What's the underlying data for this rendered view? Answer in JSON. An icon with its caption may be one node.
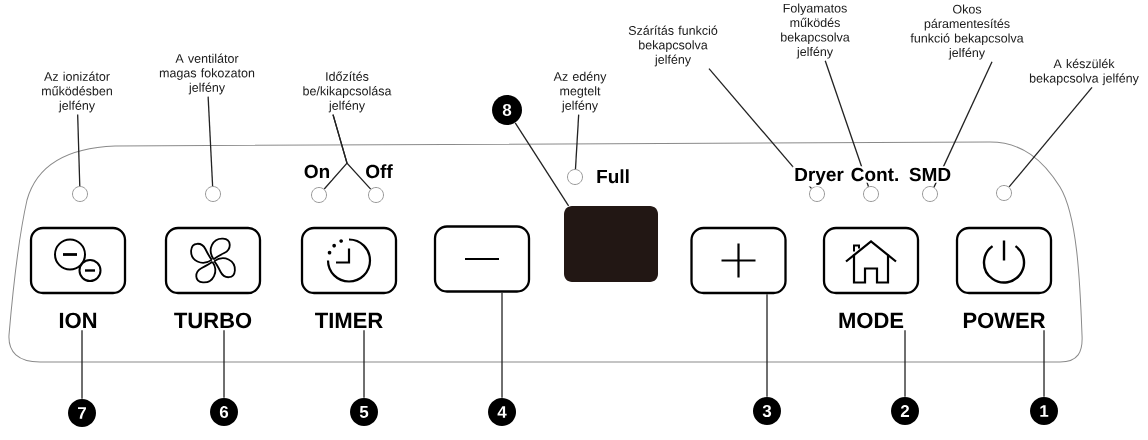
{
  "diagram": {
    "nodes": [
      {
        "text": [
          "Az ionizátor működésben jelfény"
        ]
      },
      {
        "text": [
          "A ventilátor magas fokozaton jelfény"
        ]
      },
      {
        "text": [
          "Időzítés be/kikapcsolása jelfény"
        ]
      },
      {
        "text": [
          "Az edény megtelt jelfény"
        ]
      },
      {
        "text": [
          "Szárítás funkció bekapcsolva jelfény"
        ]
      },
      {
        "text": [
          "Folyamatos működés bekapcsolva jelfény"
        ]
      },
      {
        "text": [
          "Okos páramentesítés funkció bekapcsolva jelfény"
        ]
      },
      {
        "text": [
          "A készülék bekapcsolva jelfény"
        ]
      },
      {
        "text": [
          "8"
        ]
      },
      {
        "text": [],
        "shape": "box"
      },
      {
        "text": [],
        "shape": "circle",
        "in": 9
      },
      {
        "text": [],
        "shape": "circle",
        "in": 9
      },
      {
        "text": [],
        "shape": "circle",
        "in": 9,
        "beside": [
          "On"
        ]
      },
      {
        "text": [],
        "shape": "circle",
        "in": 9,
        "beside": [
          "Off"
        ]
      },
      {
        "text": [],
        "shape": "circle",
        "in": 9,
        "beside": [
          "Full"
        ]
      },
      {
        "text": [],
        "shape": "circle",
        "in": 9,
        "beside": [
          "Dryer"
        ]
      },
      {
        "text": [],
        "shape": "circle",
        "in": 9,
        "beside": [
          "Cont."
        ]
      },
      {
        "text": [],
        "shape": "circle",
        "in": 9,
        "beside": [
          "SMD"
        ]
      },
      {
        "text": [],
        "shape": "circle",
        "in": 9
      },
      {
        "text": [
          "ION"
        ],
        "in": 9
      },
      {
        "text": [
          "TURBO"
        ],
        "in": 9
      },
      {
        "text": [
          "TIMER"
        ],
        "in": 9
      },
      {
        "text": [],
        "shape": "box",
        "in": 9
      },
      {
        "text": [],
        "shape": "box",
        "in": 9
      },
      {
        "text": [],
        "shape": "box",
        "in": 9
      },
      {
        "text": [
          "MODE"
        ],
        "in": 9
      },
      {
        "text": [
          "POWER"
        ],
        "in": 9
      },
      {
        "text": [
          "7"
        ]
      },
      {
        "text": [
          "6"
        ]
      },
      {
        "text": [
          "5"
        ]
      },
      {
        "text": [
          "4"
        ]
      },
      {
        "text": [
          "3"
        ]
      },
      {
        "text": [
          "2"
        ]
      },
      {
        "text": [
          "1"
        ]
      }
    ],
    "edges": [
      {
        "from": 0,
        "to": 10,
        "arrow": "none"
      },
      {
        "from": 1,
        "to": 11,
        "arrow": "none"
      },
      {
        "from": 2,
        "to": 12,
        "arrow": "none"
      },
      {
        "from": 2,
        "to": 13,
        "arrow": "none"
      },
      {
        "from": 3,
        "to": 14,
        "arrow": "none"
      },
      {
        "from": 4,
        "to": 15,
        "arrow": "none"
      },
      {
        "from": 5,
        "to": 16,
        "arrow": "none"
      },
      {
        "from": 6,
        "to": 17,
        "arrow": "none"
      },
      {
        "from": 7,
        "to": 18,
        "arrow": "none"
      },
      {
        "from": 8,
        "to": 23,
        "arrow": "none"
      },
      {
        "from": 27,
        "to": 19,
        "arrow": "none"
      },
      {
        "from": 28,
        "to": 20,
        "arrow": "none"
      },
      {
        "from": 29,
        "to": 21,
        "arrow": "none"
      },
      {
        "from": 30,
        "to": 22,
        "arrow": "none"
      },
      {
        "from": 31,
        "to": 24,
        "arrow": "none"
      },
      {
        "from": 32,
        "to": 25,
        "arrow": "none"
      },
      {
        "from": 33,
        "to": 26,
        "arrow": "none"
      }
    ]
  }
}
